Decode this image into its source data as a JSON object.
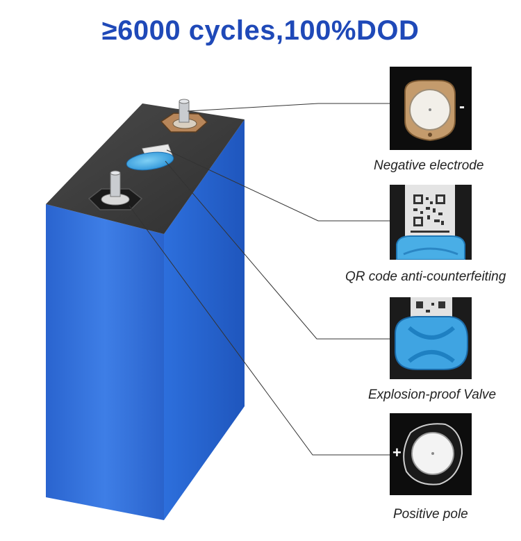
{
  "title": "≥6000 cycles,100%DOD",
  "callouts": [
    {
      "label": "Negative electrode",
      "sign": "-"
    },
    {
      "label": "QR code anti-counterfeiting"
    },
    {
      "label": "Explosion-proof Valve"
    },
    {
      "label": "Positive pole",
      "sign": "+"
    }
  ],
  "colors": {
    "title": "#1f49b8",
    "cell_blue": "#2f6fdc",
    "valve_blue": "#41a9e3",
    "thumb_bg": "#0d0d0d"
  }
}
